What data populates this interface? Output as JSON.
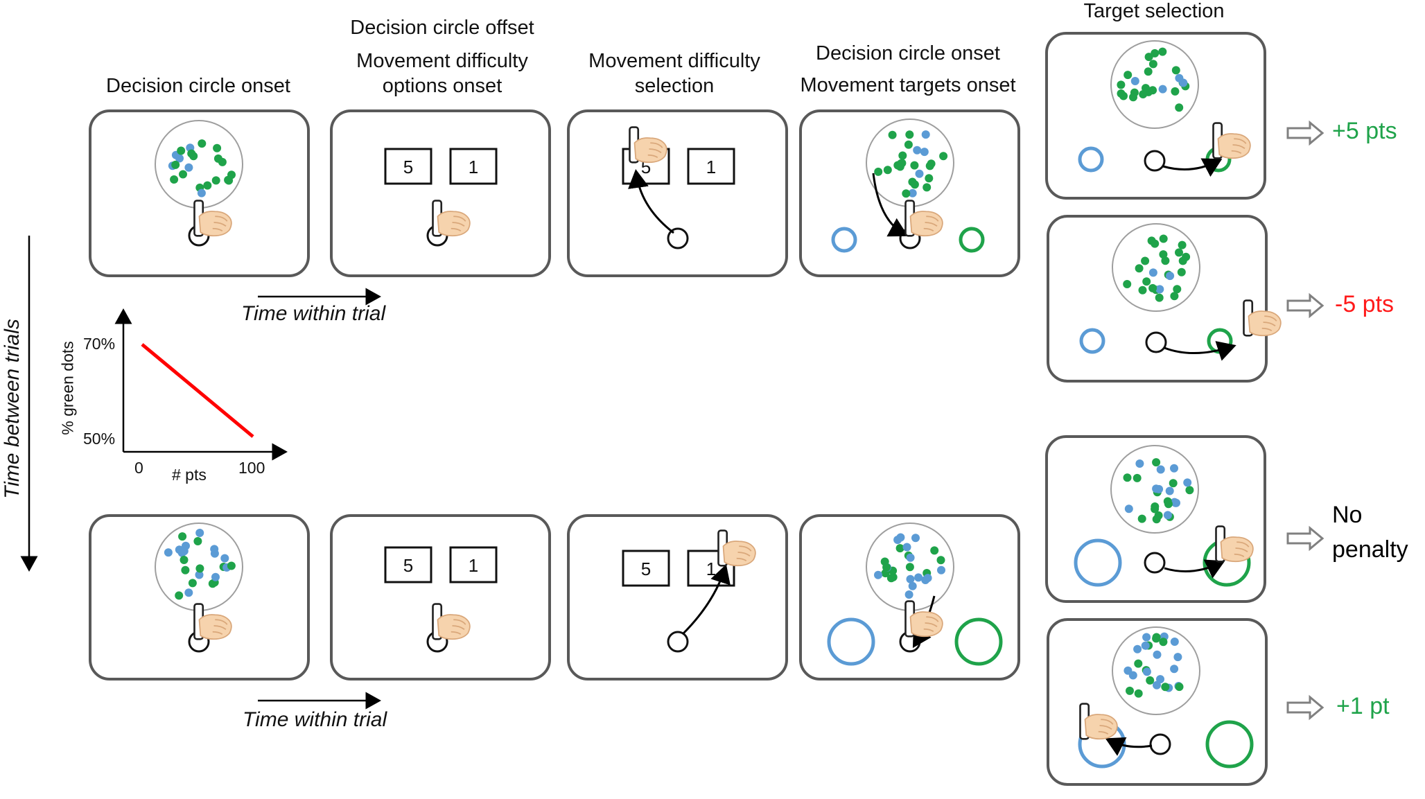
{
  "headers": {
    "col1": "Decision circle onset",
    "col2_line1": "Decision circle offset",
    "col2_line2": "Movement difficulty",
    "col2_line3": "options onset",
    "col3_line1": "Movement difficulty",
    "col3_line2": "selection",
    "col4_line1": "Decision circle onset",
    "col4_line2": "Movement targets onset",
    "col5": "Target selection"
  },
  "time_within_trial": "Time within trial",
  "time_between_trials": "Time between trials",
  "difficulty_options": [
    "5",
    "1"
  ],
  "outcomes": {
    "o1": "+5 pts",
    "o2": "-5 pts",
    "o3_line1": "No",
    "o3_line2": "penalty",
    "o4": "+1 pt"
  },
  "colors": {
    "green_dot": "#1fa34a",
    "blue_dot": "#5b9bd5",
    "red_line": "#ff0000",
    "panel_border": "#595959"
  },
  "chart_data": {
    "type": "line",
    "xlabel": "# pts",
    "ylabel": "% green dots",
    "x_ticks": [
      "0",
      "100"
    ],
    "y_ticks": [
      "70%",
      "50%"
    ],
    "series": [
      {
        "x": [
          0,
          100
        ],
        "y": [
          70,
          50
        ]
      }
    ]
  }
}
